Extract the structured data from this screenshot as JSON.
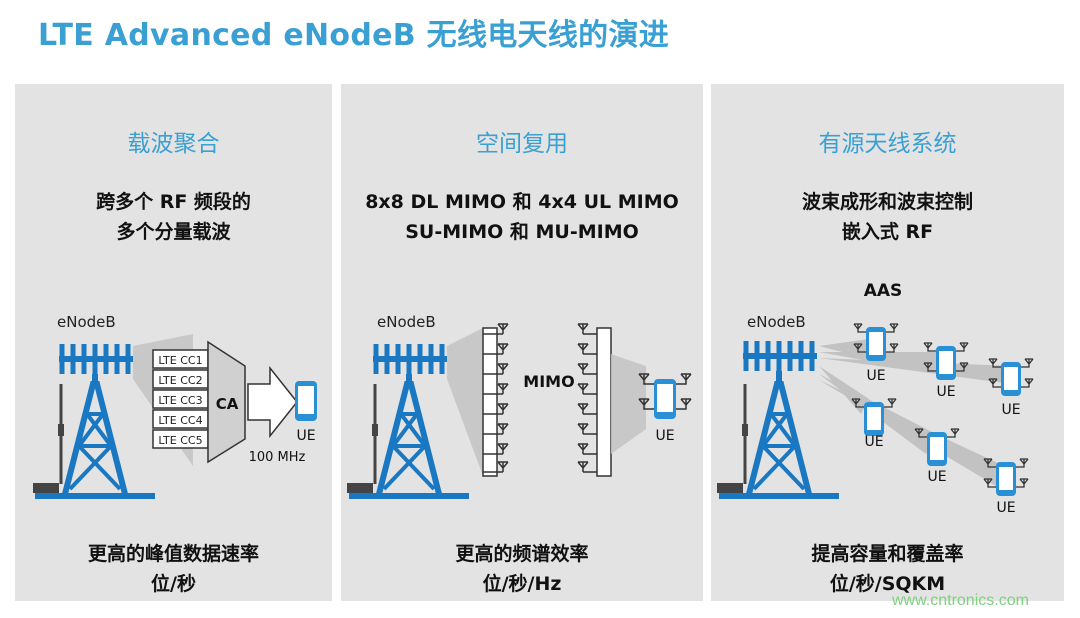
{
  "title": "LTE Advanced eNodeB  无线电天线的演进",
  "panels": [
    {
      "heading": "载波聚合",
      "line1": "跨多个  RF  频段的",
      "line2": "多个分量载波",
      "bottom1": "更高的峰值数据速率",
      "bottom2": "位/秒",
      "enodeb": "eNodeB",
      "carriers": [
        "LTE CC1",
        "LTE CC2",
        "LTE CC3",
        "LTE CC4",
        "LTE CC5"
      ],
      "ca": "CA",
      "ue": "UE",
      "bandwidth": "100 MHz"
    },
    {
      "heading": "空间复用",
      "line1": "8x8 DL MIMO  和  4x4 UL MIMO",
      "line2": "SU-MIMO  和  MU-MIMO",
      "bottom1": "更高的频谱效率",
      "bottom2": "位/秒/Hz",
      "enodeb": "eNodeB",
      "mimo": "MIMO",
      "ue": "UE"
    },
    {
      "heading": "有源天线系统",
      "line1": "波束成形和波束控制",
      "line2": "嵌入式  RF",
      "bottom1": "提高容量和覆盖率",
      "bottom2": "位/秒/SQKM",
      "enodeb": "eNodeB",
      "aas": "AAS",
      "ue": "UE"
    }
  ],
  "watermark": "www.cntronics.com",
  "colors": {
    "accent": "#3aa0d3",
    "tower": "#1a78c2",
    "panel": "#e3e3e3",
    "phone": "#2a90d6"
  }
}
